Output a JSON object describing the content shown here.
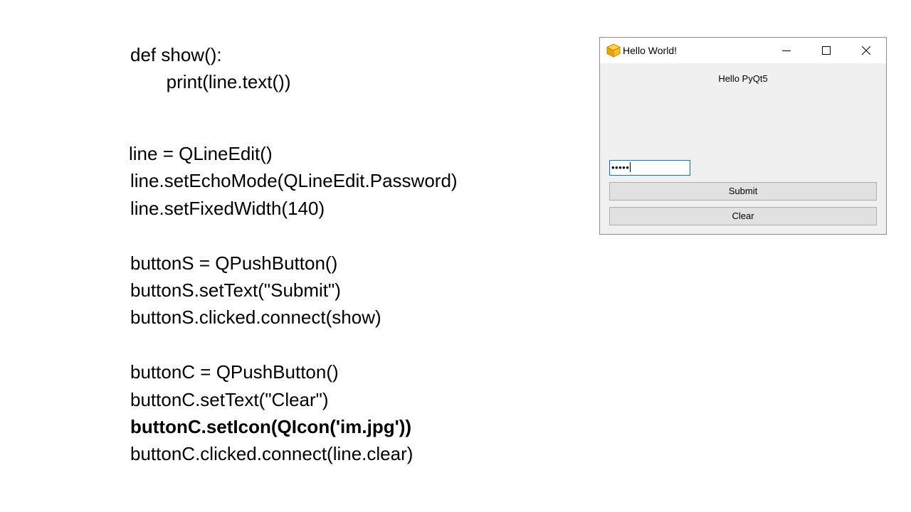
{
  "code": {
    "lines": [
      {
        "text": "def show():",
        "bold": false
      },
      {
        "text": "   print(line.text())",
        "bold": false
      },
      {
        "text": "line = QLineEdit()",
        "bold": false
      },
      {
        "text": "line.setEchoMode(QLineEdit.Password)",
        "bold": false
      },
      {
        "text": "line.setFixedWidth(140)",
        "bold": false
      },
      {
        "text": "buttonS = QPushButton()",
        "bold": false
      },
      {
        "text": "buttonS.setText(\"Submit\")",
        "bold": false
      },
      {
        "text": "buttonS.clicked.connect(show)",
        "bold": false
      },
      {
        "text": "buttonC = QPushButton()",
        "bold": false
      },
      {
        "text": "buttonC.setText(\"Clear\")",
        "bold": false
      },
      {
        "text": "buttonC.setIcon(QIcon('im.jpg'))",
        "bold": true
      },
      {
        "text": "buttonC.clicked.connect(line.clear)",
        "bold": false
      }
    ]
  },
  "window": {
    "title": "Hello World!",
    "icon": "python-app-icon",
    "controls": {
      "minimize": "minimize-icon",
      "maximize": "maximize-icon",
      "close": "close-icon"
    },
    "label": "Hello PyQt5",
    "password_field": {
      "value": "•••••",
      "placeholder": ""
    },
    "submit_label": "Submit",
    "clear_label": "Clear"
  },
  "colors": {
    "window_bg": "#f0f0f0",
    "titlebar_bg": "#ffffff",
    "focus_border": "#0078d7",
    "button_bg": "#e1e1e1",
    "button_border": "#adadad"
  }
}
